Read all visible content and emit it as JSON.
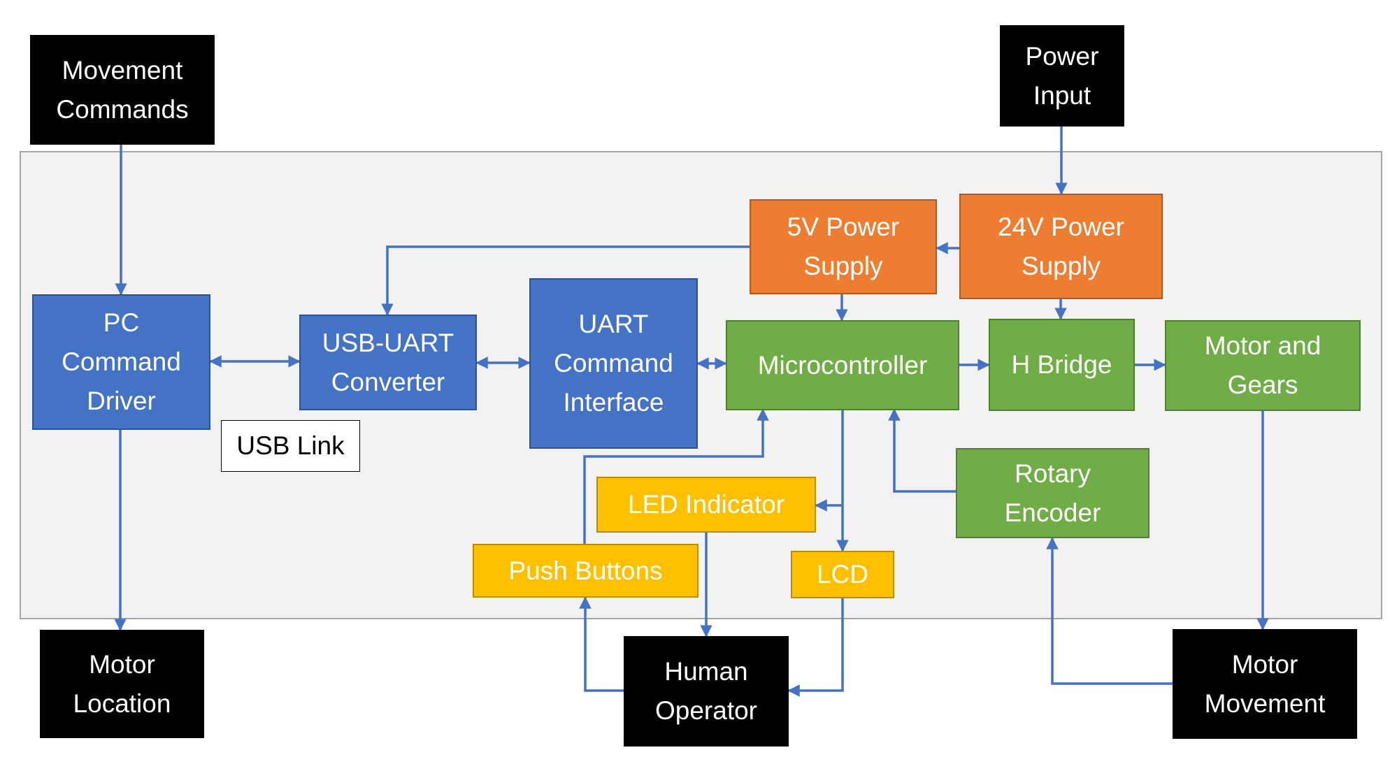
{
  "colors": {
    "external": "#000000",
    "interface": "#4472c4",
    "power": "#ed7d31",
    "control": "#70ad47",
    "user_io": "#ffc000",
    "connector": "#4472c4",
    "boundary": "#f2f2f2"
  },
  "nodes": {
    "movement_commands": "Movement\nCommands",
    "power_input": "Power\nInput",
    "pc_command_driver": "PC\nCommand\nDriver",
    "usb_uart_converter": "USB-UART\nConverter",
    "uart_command_interface": "UART\nCommand\nInterface",
    "supply_5v": "5V Power\nSupply",
    "supply_24v": "24V Power\nSupply",
    "microcontroller": "Microcontroller",
    "h_bridge": "H Bridge",
    "motor_and_gears": "Motor and\nGears",
    "usb_link": "USB Link",
    "led_indicator": "LED Indicator",
    "push_buttons": "Push Buttons",
    "lcd": "LCD",
    "rotary_encoder": "Rotary\nEncoder",
    "motor_location": "Motor\nLocation",
    "human_operator": "Human\nOperator",
    "motor_movement": "Motor\nMovement"
  }
}
